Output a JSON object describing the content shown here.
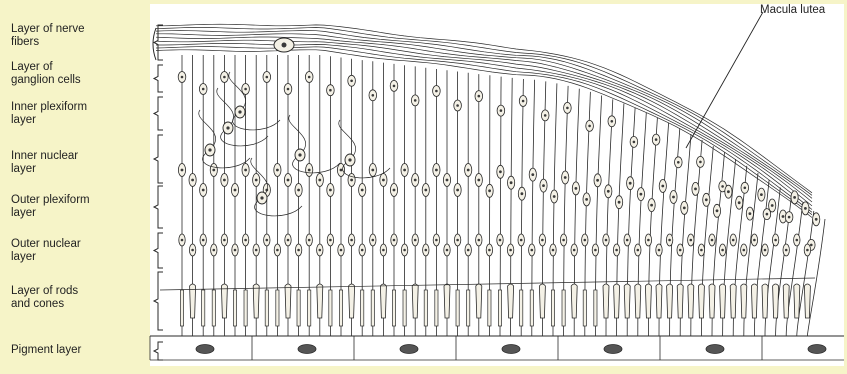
{
  "labels": {
    "nerve_fibers": "Layer of nerve\nfibers",
    "ganglion": "Layer of\nganglion cells",
    "inner_plexiform": "Inner plexiform\nlayer",
    "inner_nuclear": "Inner nuclear\nlayer",
    "outer_plexiform": "Outer plexiform\nlayer",
    "outer_nuclear": "Outer nuclear\nlayer",
    "rods_cones": "Layer of rods\nand cones",
    "pigment": "Pigment layer",
    "macula": "Macula lutea"
  },
  "colors": {
    "background": "#f6f4c8",
    "panel": "#ffffff",
    "ink": "#2a2a2a",
    "cell_fill": "#f4f1e6",
    "nucleus": "#3a3a3a"
  }
}
